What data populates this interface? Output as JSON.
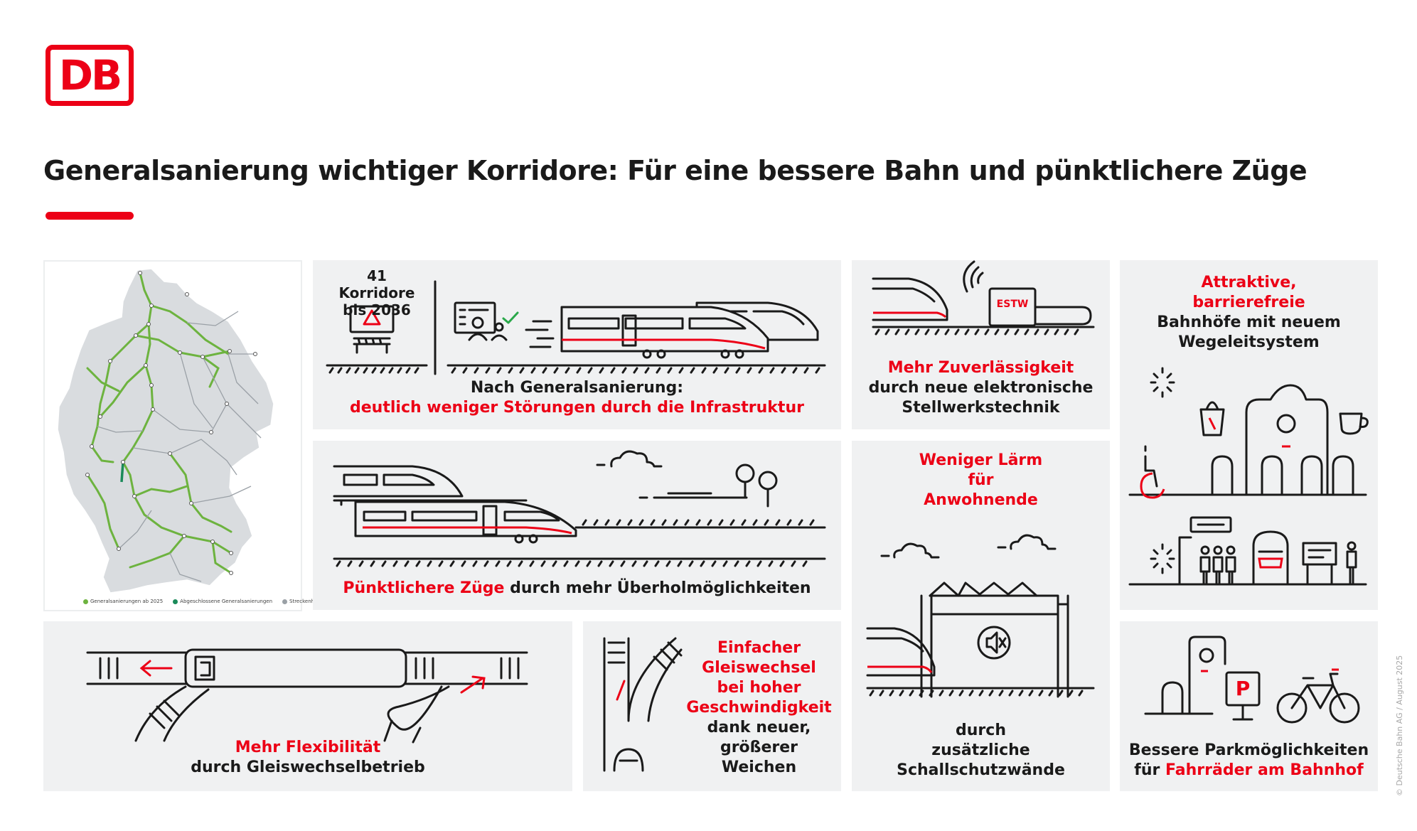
{
  "logo": {
    "text": "DB"
  },
  "title": "Generalsanierung wichtiger Korridore: Für eine bessere Bahn und pünktlichere Züge",
  "colors": {
    "accent": "#ec0016",
    "panel": "#f0f1f2",
    "line": "#1a1a1a",
    "route": "#6db33f"
  },
  "map": {
    "legend": [
      "Generalsanierungen ab 2025",
      "Abgeschlossene Generalsanierungen",
      "Streckenhaltung"
    ]
  },
  "panels": {
    "corridors": {
      "count_label": "41 Korridore",
      "year_label": "bis 2036",
      "caption_line1": "Nach Generalsanierung:",
      "caption_line2": "deutlich weniger Störungen durch die Infrastruktur"
    },
    "reliability": {
      "badge": "ESTW",
      "caption_red": "Mehr Zuverlässigkeit",
      "caption_line2": "durch neue elektronische",
      "caption_line3": "Stellwerkstechnik"
    },
    "stations": {
      "line1": "Attraktive,",
      "line2": "barrierefreie",
      "line3": "Bahnhöfe mit neuem",
      "line4": "Wegeleitsystem"
    },
    "overtaking": {
      "caption_red": "Pünktlichere Züge",
      "caption_rest": " durch mehr Überholmöglichkeiten"
    },
    "noise": {
      "line1": "Weniger Lärm",
      "line2": "für",
      "line3": "Anwohnende",
      "bottom1": "durch",
      "bottom2": "zusätzliche",
      "bottom3": "Schallschutzwände"
    },
    "flexibility": {
      "caption_red": "Mehr Flexibilität",
      "caption_line2": "durch Gleiswechselbetrieb"
    },
    "switches": {
      "line1": "Einfacher",
      "line2": "Gleiswechsel",
      "line3": "bei hoher",
      "line4": "Geschwindigkeit",
      "line5": "dank neuer,",
      "line6": "größerer",
      "line7": "Weichen"
    },
    "parking": {
      "sign": "P",
      "caption_line1": "Bessere Parkmöglichkeiten",
      "caption_prefix": "für ",
      "caption_red": "Fahrräder am Bahnhof"
    }
  },
  "copyright": "© Deutsche Bahn AG / August 2025"
}
